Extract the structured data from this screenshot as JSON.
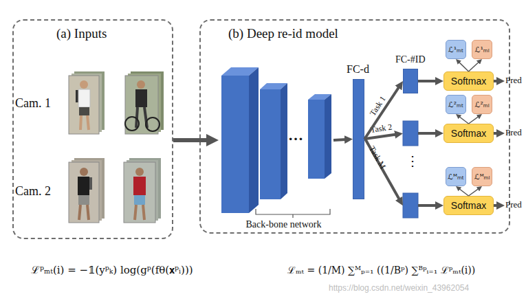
{
  "diagram": {
    "nodes": [
      {
        "text": [
          "(a) Inputs"
        ]
      },
      {
        "text": [
          "(b) Deep re-id model"
        ]
      },
      {
        "text": [
          "Back-bone network"
        ],
        "in": 1
      },
      {
        "text": [
          "FC-d"
        ],
        "in": 1
      },
      {
        "text": [
          "FC-#ID"
        ],
        "in": 1
      },
      {
        "text": [
          "Softmax"
        ],
        "in": 1
      },
      {
        "text": [
          "ℒ¹ₘₜ"
        ],
        "in": 1
      },
      {
        "text": [
          "ℒ¹ₘₗ"
        ],
        "in": 1
      },
      {
        "text": [
          "Softmax"
        ],
        "in": 1
      },
      {
        "text": [
          "ℒ²ₘₜ"
        ],
        "in": 1
      },
      {
        "text": [
          "ℒ²ₘₗ"
        ],
        "in": 1
      },
      {
        "text": [
          "Softmax"
        ],
        "in": 1
      },
      {
        "text": [
          "ℒᴹₘₜ"
        ],
        "in": 1
      },
      {
        "text": [
          "ℒᴹₘₗ"
        ],
        "in": 1
      }
    ],
    "edges": [
      {
        "from": 0,
        "to": 2,
        "arrow": "to"
      },
      {
        "from": 2,
        "to": 3,
        "arrow": "to"
      },
      {
        "from": 3,
        "to": 4,
        "label": "Task 1",
        "arrow": "to"
      },
      {
        "from": 4,
        "to": 5,
        "arrow": "to"
      },
      {
        "from": 5,
        "to": 6,
        "arrow": "to"
      },
      {
        "from": 5,
        "to": 7,
        "arrow": "to"
      },
      {
        "from": 8,
        "to": 9,
        "arrow": "to"
      },
      {
        "from": 8,
        "to": 10,
        "arrow": "to"
      },
      {
        "from": 11,
        "to": 12,
        "arrow": "to"
      },
      {
        "from": 11,
        "to": 13,
        "arrow": "to"
      }
    ],
    "labels": [
      "Cam. 1",
      "Cam. 2",
      "…",
      "Task 2",
      "Task M",
      "⋮",
      "Pred",
      "Pred",
      "Pred",
      "ℒᵖₘₜ(i) = −𝟙(yᵖₖ) log(gᵖ(fθ(𝐱ᵖᵢ)))",
      "ℒₘₜ = (1/M) ∑ᴹₚ₌₁ ((1/Bᵖ) ∑ᴮᵖᵢ₌₁ ℒᵖₘₜ(i))",
      "https://blog.csdn.net/weixin_43962054"
    ]
  }
}
